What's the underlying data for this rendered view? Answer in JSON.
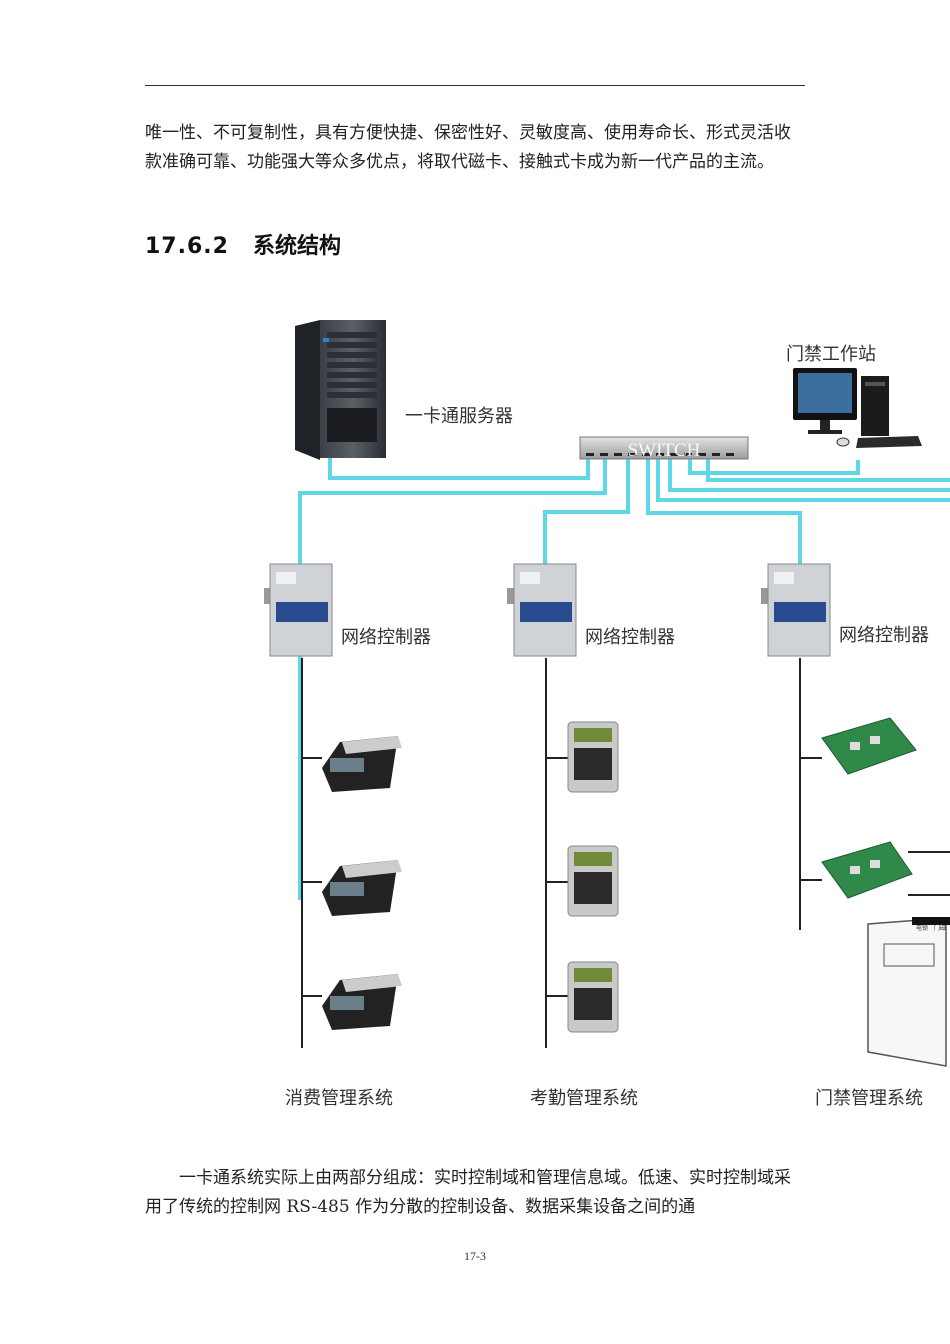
{
  "page": {
    "paragraph_top": "唯一性、不可复制性，具有方便快捷、保密性好、灵敏度高、使用寿命长、形式灵活收款准确可靠、功能强大等众多优点，将取代磁卡、接触式卡成为新一代产品的主流。",
    "section_number": "17.6.2",
    "section_title": "系统结构",
    "paragraph_bottom": "一卡通系统实际上由两部分组成：实时控制域和管理信息域。低速、实时控制域采用了传统的控制网 RS-485 作为分散的控制设备、数据采集设备之间的通",
    "page_number": "17-3"
  },
  "diagram": {
    "server_label": "一卡通服务器",
    "switch_label": "SWITCH",
    "workstation_label": "门禁工作站",
    "controller_label": "网络控制器",
    "system_labels": [
      "消费管理系统",
      "考勤管理系统",
      "门禁管理系统"
    ],
    "door_labels": [
      "电锁",
      "门磁"
    ],
    "colors": {
      "network_line": "#5ed8e6",
      "bus_line": "#222222",
      "pcb": "#2f8a4a"
    }
  }
}
